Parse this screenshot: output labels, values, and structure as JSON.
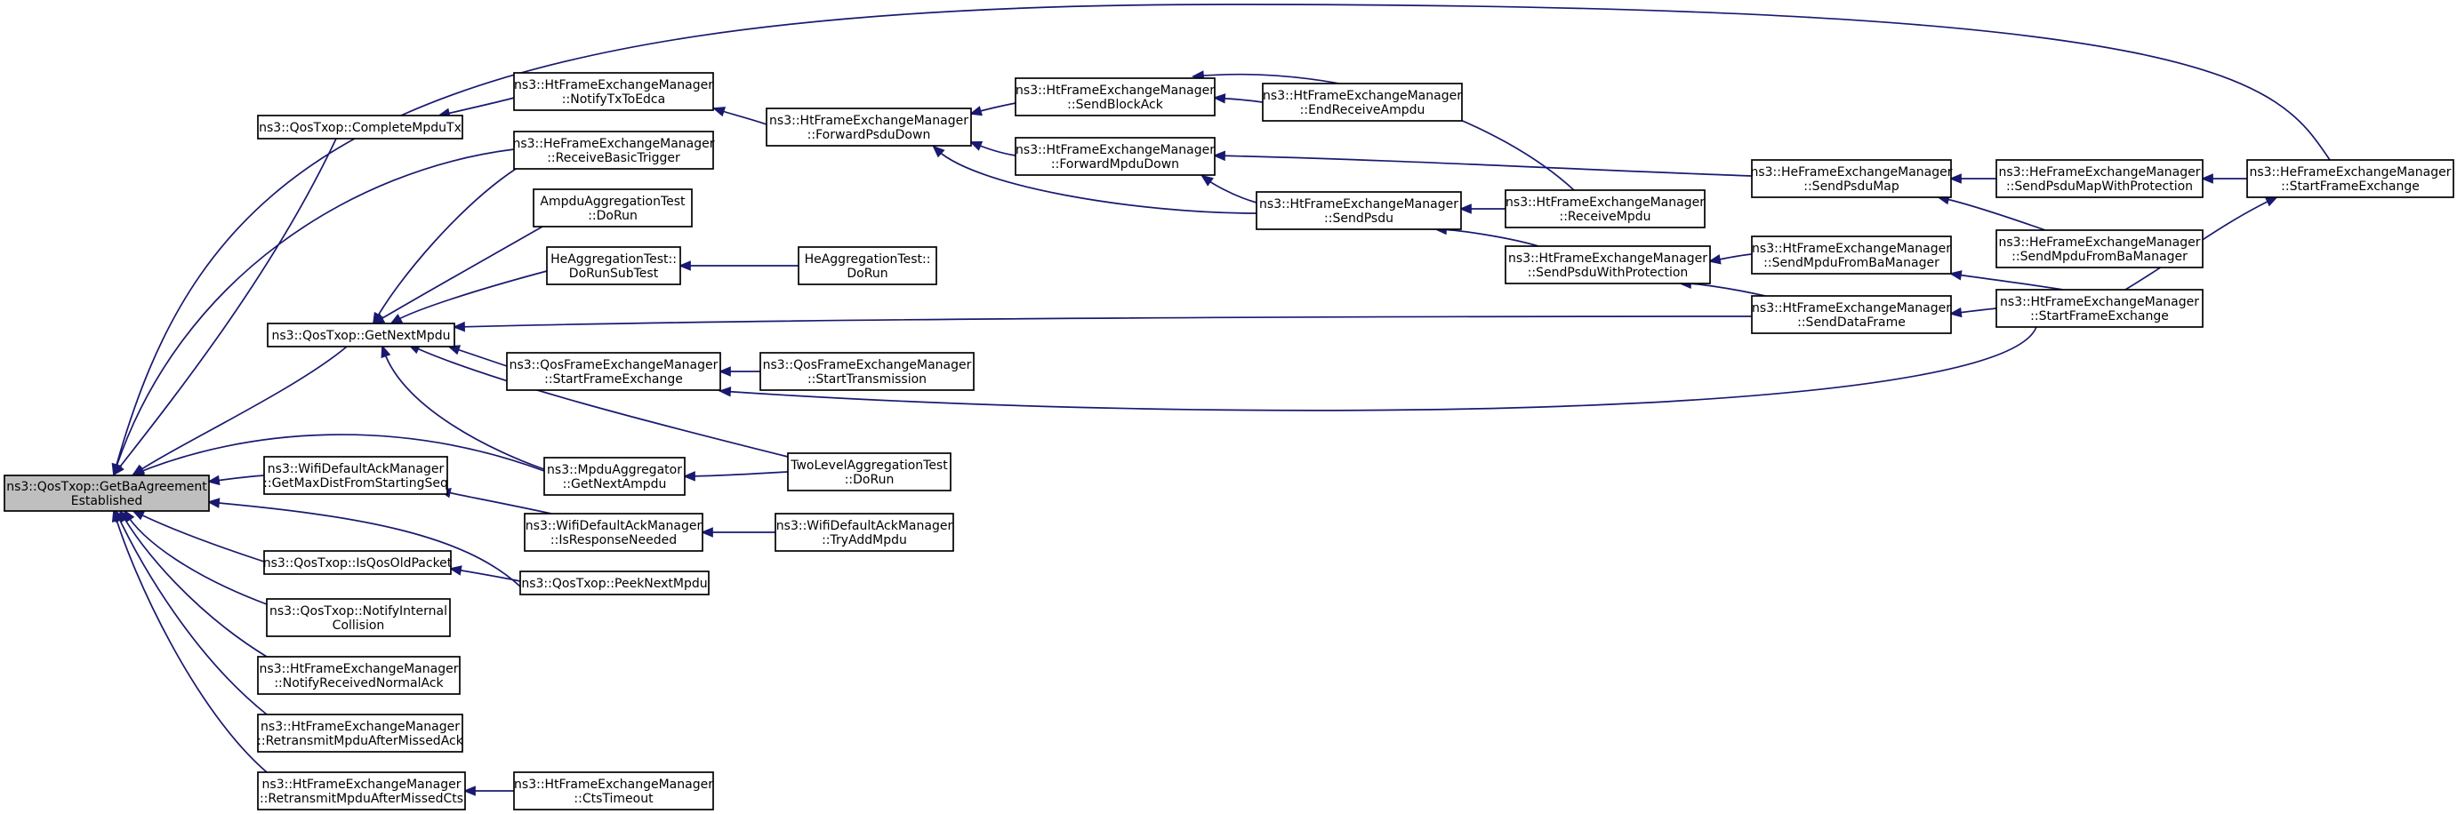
{
  "graph": {
    "nodes": [
      {
        "id": "n0",
        "lines": [
          "ns3::QosTxop::GetBaAgreement",
          "Established"
        ],
        "root": true
      },
      {
        "id": "n1",
        "lines": [
          "ns3::QosTxop::CompleteMpduTx"
        ]
      },
      {
        "id": "n2",
        "lines": [
          "ns3::HtFrameExchangeManager",
          "::NotifyTxToEdca"
        ]
      },
      {
        "id": "n3",
        "lines": [
          "ns3::HtFrameExchangeManager",
          "::ForwardPsduDown"
        ]
      },
      {
        "id": "n4",
        "lines": [
          "ns3::HtFrameExchangeManager",
          "::SendBlockAck"
        ]
      },
      {
        "id": "n5",
        "lines": [
          "ns3::HtFrameExchangeManager",
          "::EndReceiveAmpdu"
        ]
      },
      {
        "id": "n6",
        "lines": [
          "ns3::HtFrameExchangeManager",
          "::ForwardMpduDown"
        ]
      },
      {
        "id": "n7",
        "lines": [
          "ns3::HtFrameExchangeManager",
          "::SendPsdu"
        ]
      },
      {
        "id": "n8",
        "lines": [
          "ns3::HtFrameExchangeManager",
          "::ReceiveMpdu"
        ]
      },
      {
        "id": "n9",
        "lines": [
          "ns3::HtFrameExchangeManager",
          "::SendPsduWithProtection"
        ]
      },
      {
        "id": "n10",
        "lines": [
          "ns3::HeFrameExchangeManager",
          "::SendPsduMap"
        ]
      },
      {
        "id": "n11",
        "lines": [
          "ns3::HeFrameExchangeManager",
          "::SendPsduMapWithProtection"
        ]
      },
      {
        "id": "n12",
        "lines": [
          "ns3::HeFrameExchangeManager",
          "::StartFrameExchange"
        ]
      },
      {
        "id": "n13",
        "lines": [
          "ns3::HtFrameExchangeManager",
          "::SendMpduFromBaManager"
        ]
      },
      {
        "id": "n14",
        "lines": [
          "ns3::HeFrameExchangeManager",
          "::SendMpduFromBaManager"
        ]
      },
      {
        "id": "n15",
        "lines": [
          "ns3::HtFrameExchangeManager",
          "::SendDataFrame"
        ]
      },
      {
        "id": "n16",
        "lines": [
          "ns3::HtFrameExchangeManager",
          "::StartFrameExchange"
        ]
      },
      {
        "id": "n17",
        "lines": [
          "ns3::HeFrameExchangeManager",
          "::ReceiveBasicTrigger"
        ]
      },
      {
        "id": "n18",
        "lines": [
          "AmpduAggregationTest",
          "::DoRun"
        ]
      },
      {
        "id": "n19",
        "lines": [
          "HeAggregationTest::",
          "DoRunSubTest"
        ]
      },
      {
        "id": "n20",
        "lines": [
          "HeAggregationTest::",
          "DoRun"
        ]
      },
      {
        "id": "n21",
        "lines": [
          "ns3::QosTxop::GetNextMpdu"
        ]
      },
      {
        "id": "n22",
        "lines": [
          "ns3::QosFrameExchangeManager",
          "::StartFrameExchange"
        ]
      },
      {
        "id": "n23",
        "lines": [
          "ns3::QosFrameExchangeManager",
          "::StartTransmission"
        ]
      },
      {
        "id": "n24",
        "lines": [
          "ns3::MpduAggregator",
          "::GetNextAmpdu"
        ]
      },
      {
        "id": "n25",
        "lines": [
          "TwoLevelAggregationTest",
          "::DoRun"
        ]
      },
      {
        "id": "n26",
        "lines": [
          "ns3::WifiDefaultAckManager",
          "::GetMaxDistFromStartingSeq"
        ]
      },
      {
        "id": "n27",
        "lines": [
          "ns3::WifiDefaultAckManager",
          "::IsResponseNeeded"
        ]
      },
      {
        "id": "n28",
        "lines": [
          "ns3::WifiDefaultAckManager",
          "::TryAddMpdu"
        ]
      },
      {
        "id": "n29",
        "lines": [
          "ns3::QosTxop::IsQosOldPacket"
        ]
      },
      {
        "id": "n30",
        "lines": [
          "ns3::QosTxop::PeekNextMpdu"
        ]
      },
      {
        "id": "n31",
        "lines": [
          "ns3::QosTxop::NotifyInternal",
          "Collision"
        ]
      },
      {
        "id": "n32",
        "lines": [
          "ns3::HtFrameExchangeManager",
          "::NotifyReceivedNormalAck"
        ]
      },
      {
        "id": "n33",
        "lines": [
          "ns3::HtFrameExchangeManager",
          "::RetransmitMpduAfterMissedAck"
        ]
      },
      {
        "id": "n34",
        "lines": [
          "ns3::HtFrameExchangeManager",
          "::RetransmitMpduAfterMissedCts"
        ]
      },
      {
        "id": "n35",
        "lines": [
          "ns3::HtFrameExchangeManager",
          "::CtsTimeout"
        ]
      }
    ],
    "edges": [
      {
        "from": "n1",
        "to": "n0"
      },
      {
        "from": "n2",
        "to": "n1"
      },
      {
        "from": "n3",
        "to": "n2"
      },
      {
        "from": "n4",
        "to": "n3"
      },
      {
        "from": "n5",
        "to": "n4"
      },
      {
        "from": "n8",
        "to": "n4"
      },
      {
        "from": "n6",
        "to": "n3"
      },
      {
        "from": "n10",
        "to": "n6"
      },
      {
        "from": "n7",
        "to": "n6"
      },
      {
        "from": "n7",
        "to": "n3"
      },
      {
        "from": "n8",
        "to": "n7"
      },
      {
        "from": "n9",
        "to": "n7"
      },
      {
        "from": "n11",
        "to": "n10"
      },
      {
        "from": "n14",
        "to": "n10"
      },
      {
        "from": "n12",
        "to": "n11"
      },
      {
        "from": "n12",
        "to": "n0"
      },
      {
        "from": "n13",
        "to": "n9"
      },
      {
        "from": "n15",
        "to": "n9"
      },
      {
        "from": "n16",
        "to": "n13"
      },
      {
        "from": "n16",
        "to": "n15"
      },
      {
        "from": "n16",
        "to": "n12"
      },
      {
        "from": "n15",
        "to": "n21"
      },
      {
        "from": "n17",
        "to": "n0"
      },
      {
        "from": "n17",
        "to": "n21"
      },
      {
        "from": "n18",
        "to": "n21"
      },
      {
        "from": "n19",
        "to": "n21"
      },
      {
        "from": "n20",
        "to": "n19"
      },
      {
        "from": "n21",
        "to": "n0"
      },
      {
        "from": "n22",
        "to": "n21"
      },
      {
        "from": "n23",
        "to": "n22"
      },
      {
        "from": "n16",
        "to": "n22"
      },
      {
        "from": "n24",
        "to": "n21"
      },
      {
        "from": "n24",
        "to": "n0"
      },
      {
        "from": "n25",
        "to": "n21"
      },
      {
        "from": "n25",
        "to": "n24"
      },
      {
        "from": "n26",
        "to": "n0"
      },
      {
        "from": "n27",
        "to": "n26"
      },
      {
        "from": "n28",
        "to": "n27"
      },
      {
        "from": "n29",
        "to": "n0"
      },
      {
        "from": "n30",
        "to": "n29"
      },
      {
        "from": "n30",
        "to": "n0"
      },
      {
        "from": "n31",
        "to": "n0"
      },
      {
        "from": "n32",
        "to": "n0"
      },
      {
        "from": "n33",
        "to": "n0"
      },
      {
        "from": "n34",
        "to": "n0"
      },
      {
        "from": "n35",
        "to": "n34"
      }
    ]
  },
  "colors": {
    "edge": "#191970",
    "root_fill": "#bfbfbf",
    "node_fill": "#ffffff",
    "node_stroke": "#000000"
  }
}
